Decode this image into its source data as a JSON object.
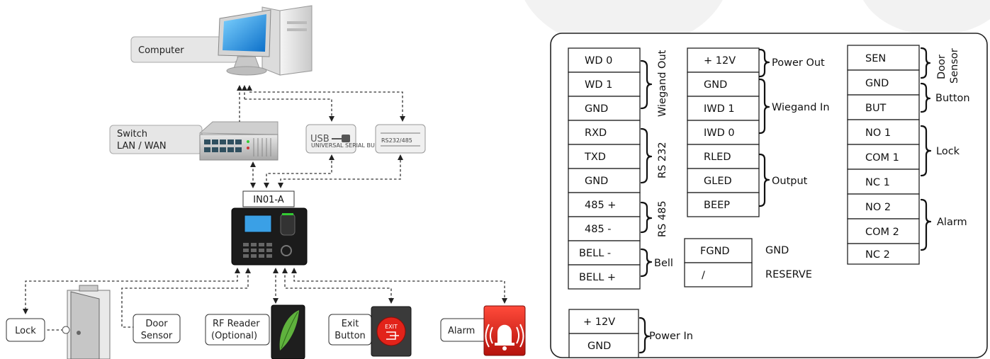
{
  "left_diagram": {
    "computer_label": "Computer",
    "switch_label_line1": "Switch",
    "switch_label_line2": "LAN / WAN",
    "usb_label": "USB",
    "usb_sublabel": "UNIVERSAL SERIAL BUS",
    "rs_label": "RS232/485",
    "device_label": "IN01-A",
    "lock_label": "Lock",
    "door_sensor_line1": "Door",
    "door_sensor_line2": "Sensor",
    "rf_reader_line1": "RF Reader",
    "rf_reader_line2": "(Optional)",
    "exit_button_line1": "Exit",
    "exit_button_line2": "Button",
    "exit_icon_text": "EXIT",
    "alarm_label": "Alarm"
  },
  "wiring": {
    "col1_pins": [
      "WD 0",
      "WD 1",
      "GND",
      "RXD",
      "TXD",
      "GND",
      "485 +",
      "485 -",
      "BELL -",
      "BELL +"
    ],
    "col1_groups": {
      "wiegand_out": "Wiegand Out",
      "rs232": "RS 232",
      "rs485": "RS 485",
      "bell": "Bell"
    },
    "col2_pins": [
      "+ 12V",
      "GND",
      "IWD 1",
      "IWD 0",
      "RLED",
      "GLED",
      "BEEP"
    ],
    "col2_groups": {
      "power_out": "Power Out",
      "wiegand_in": "Wiegand In",
      "output": "Output"
    },
    "col2b_pins": [
      "FGND",
      "/"
    ],
    "col2b_labels": {
      "gnd": "GND",
      "reserve": "RESERVE"
    },
    "col3_pins": [
      "SEN",
      "GND",
      "BUT",
      "NO 1",
      "COM 1",
      "NC 1",
      "NO 2",
      "COM 2",
      "NC 2"
    ],
    "col3_groups": {
      "door_sensor_line1": "Door",
      "door_sensor_line2": "Sensor",
      "button": "Button",
      "lock": "Lock",
      "alarm": "Alarm"
    },
    "power_pins": [
      "+ 12V",
      "GND"
    ],
    "power_group": "Power In"
  }
}
